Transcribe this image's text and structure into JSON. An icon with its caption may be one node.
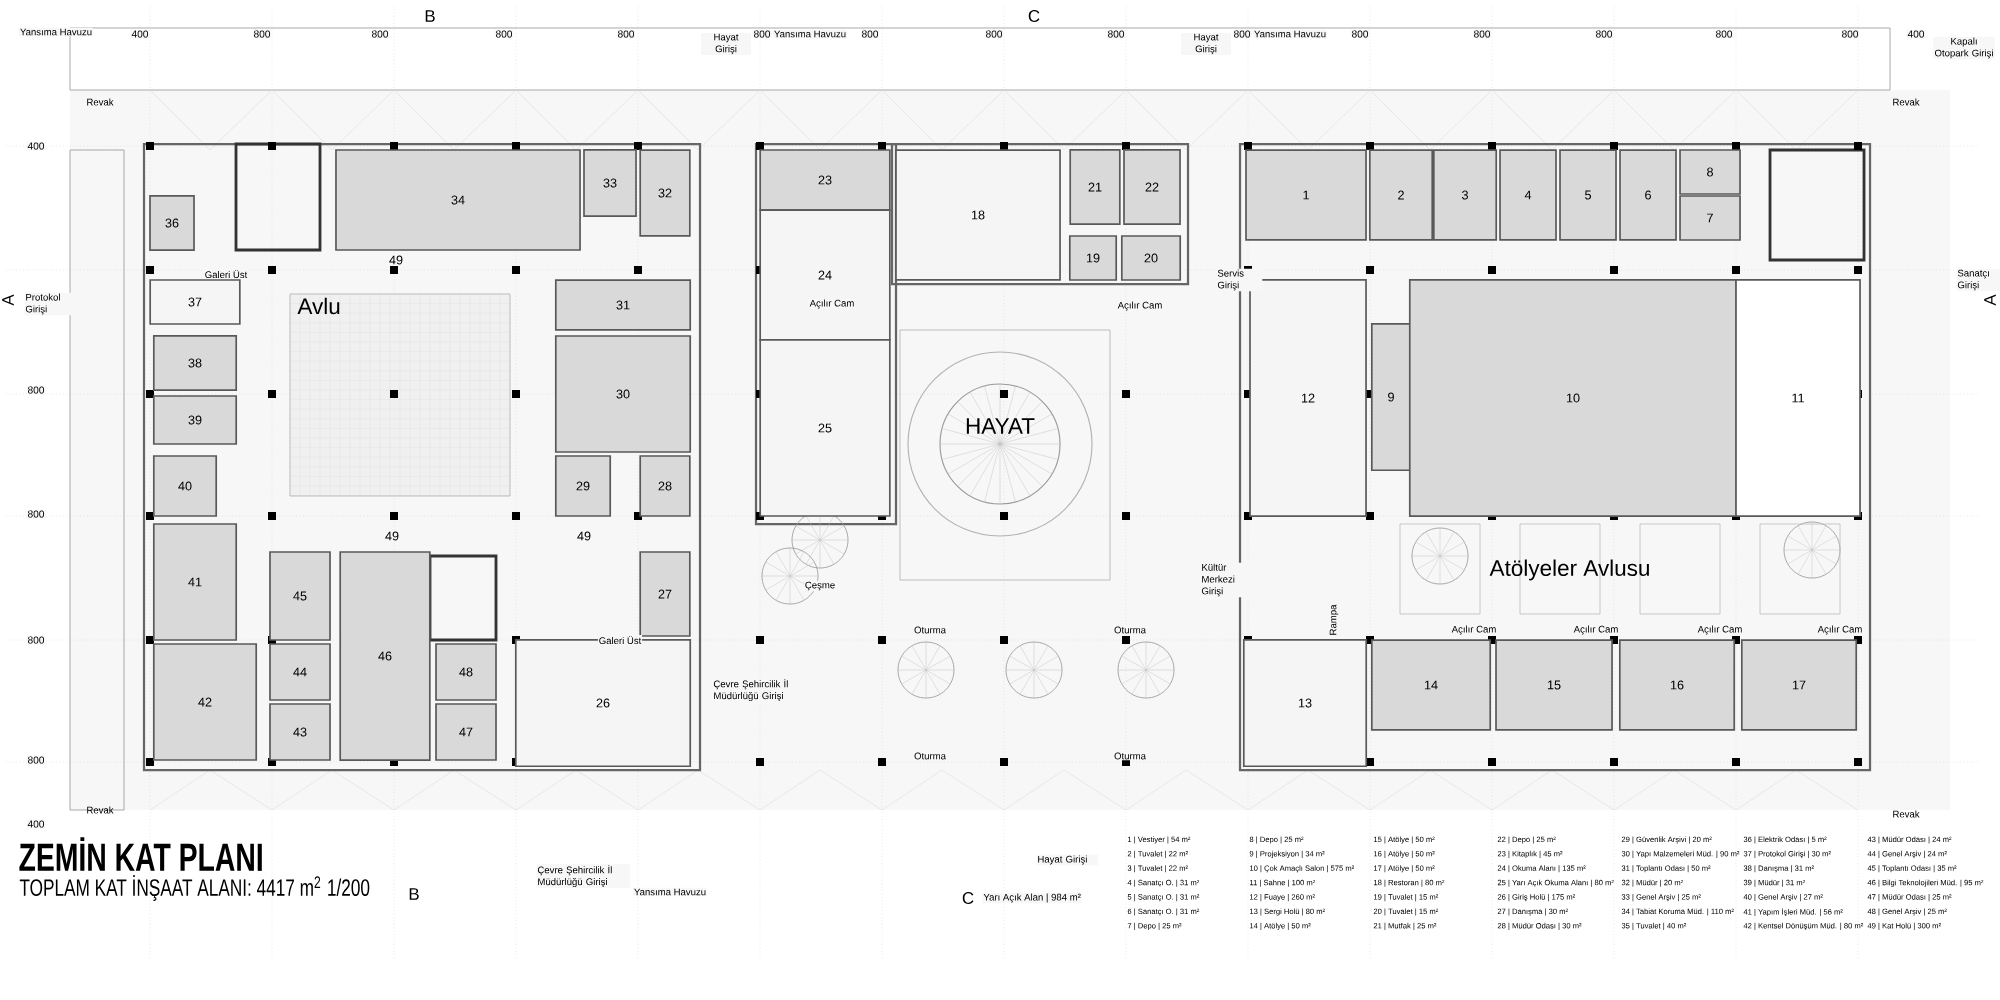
{
  "diagram": {
    "title": "ZEMİN KAT PLANI",
    "nodes": [
      {
        "text": [
          "1"
        ]
      },
      {
        "text": [
          "2"
        ]
      },
      {
        "text": [
          "3"
        ]
      },
      {
        "text": [
          "4"
        ]
      },
      {
        "text": [
          "5"
        ]
      },
      {
        "text": [
          "6"
        ]
      },
      {
        "text": [
          "7"
        ]
      },
      {
        "text": [
          "8"
        ]
      },
      {
        "text": [
          "9"
        ]
      },
      {
        "text": [
          "10"
        ]
      },
      {
        "text": [
          "11"
        ]
      },
      {
        "text": [
          "12"
        ]
      },
      {
        "text": [
          "13"
        ]
      },
      {
        "text": [
          "14"
        ]
      },
      {
        "text": [
          "15"
        ]
      },
      {
        "text": [
          "16"
        ]
      },
      {
        "text": [
          "17"
        ]
      },
      {
        "text": [
          "18"
        ]
      },
      {
        "text": [
          "19"
        ]
      },
      {
        "text": [
          "20"
        ]
      },
      {
        "text": [
          "21"
        ]
      },
      {
        "text": [
          "22"
        ]
      },
      {
        "text": [
          "23"
        ]
      },
      {
        "text": [
          "24"
        ]
      },
      {
        "text": [
          "25"
        ]
      },
      {
        "text": [
          "26"
        ]
      },
      {
        "text": [
          "27"
        ]
      },
      {
        "text": [
          "28"
        ]
      },
      {
        "text": [
          "29"
        ]
      },
      {
        "text": [
          "30"
        ]
      },
      {
        "text": [
          "31"
        ]
      },
      {
        "text": [
          "32"
        ]
      },
      {
        "text": [
          "33"
        ]
      },
      {
        "text": [
          "34"
        ]
      },
      {
        "text": [
          "36"
        ]
      },
      {
        "text": [
          "37"
        ]
      },
      {
        "text": [
          "38"
        ]
      },
      {
        "text": [
          "39"
        ]
      },
      {
        "text": [
          "40"
        ]
      },
      {
        "text": [
          "41"
        ]
      },
      {
        "text": [
          "42"
        ]
      },
      {
        "text": [
          "43"
        ]
      },
      {
        "text": [
          "44"
        ]
      },
      {
        "text": [
          "45"
        ]
      },
      {
        "text": [
          "46"
        ]
      },
      {
        "text": [
          "47"
        ]
      },
      {
        "text": [
          "48"
        ]
      }
    ],
    "labels": [
      "B",
      "C",
      "Yansıma Havuzu",
      "400",
      "800",
      "800",
      "800",
      "800",
      "Hayat Girişi",
      "800",
      "Yansıma Havuzu",
      "800",
      "800",
      "800",
      "Hayat Girişi",
      "800",
      "Yansıma Havuzu",
      "800",
      "800",
      "800",
      "800",
      "800",
      "400",
      "Kapalı Otopark Girişi",
      "Revak",
      "Revak",
      "400",
      "Servis Girişi",
      "Sanatçı Girişi",
      "Protokol Girişi",
      "A",
      "A",
      "Avlu",
      "800",
      "HAYAT",
      "800",
      "Kültür Merkezi Girişi",
      "Atölyeler Avlusu",
      "800",
      "Çevre Şehircilik İl Müdürlüğü Girişi",
      "800",
      "Revak",
      "Revak",
      "400",
      "TOPLAM KAT İNŞAAT ALANI: 4417 m$^{2}$   1/200",
      "B",
      "Çevre Şehircilik İl Müdürlüğü Girişi",
      "Yansıma Havuzu",
      "Hayat Girişi",
      "C",
      "Yarı Açık Alan | 984 m²",
      "1 | Vestiyer | 54 m²",
      "8 | Depo | 25 m²",
      "15 | Atölye | 50 m²",
      "22 | Depo | 25 m²",
      "29 | Güvenlik Arşivi | 20 m²",
      "36 | Elektrik Odası | 5 m²",
      "43 | Müdür Odası | 24 m²",
      "2 | Tuvalet | 22 m²",
      "9 | Projeksiyon | 34 m²",
      "16 | Atölye | 50 m²",
      "23 | Kitaplık | 45 m²",
      "30 | Yapı Malzemeleri Müd. | 90 m²",
      "37 | Protokol Girişi | 30 m²",
      "44 | Genel Arşiv | 24 m²",
      "3 | Tuvalet | 22 m²",
      "10 | Çok Amaçlı Salon | 575 m²",
      "17 | Atölye | 50 m²",
      "24 | Okuma Alanı | 135 m²",
      "31 | Toplantı Odası | 50 m²",
      "38 | Danışma | 31 m²",
      "45 | Toplantı Odası | 35 m²",
      "4 | Sanatçı O. | 31 m²",
      "11 | Sahne | 100 m²",
      "18 | Restoran | 80 m²",
      "25 | Yarı Açık Okuma Alanı | 80 m²",
      "32 | Müdür | 20 m²",
      "39 | Müdür | 31 m²",
      "46 | Bilgi Teknolojileri Müd. | 95 m²",
      "5 | Sanatçı O. | 31 m²",
      "12 | Fuaye | 260 m²",
      "19 | Tuvalet | 15 m²",
      "26 | Giriş Holü | 175 m²",
      "33 | Genel Arşiv | 25 m²",
      "40 | Genel Arşiv | 27 m²",
      "47 | Müdür Odası | 25 m²",
      "6 | Sanatçı O. | 31 m²",
      "13 | Sergi Holü | 80 m²",
      "20 | Tuvalet | 15 m²",
      "27 | Danışma | 30 m²",
      "34 | Tabiat Koruma Müd. | 110 m²",
      "41 | Yapım İşleri Müd. | 56 m²",
      "48 | Genel Arşiv | 25 m²",
      "7 | Depo | 25 m²",
      "14 | Atölye | 50 m²",
      "21 | Mutfak | 25 m²",
      "28 | Müdür Odası | 30 m²",
      "35 | Tuvalet | 40 m²",
      "42 | Kentsel Dönüşüm Müd. | 80 m²",
      "49 | Kat Holü | 300 m²",
      "49",
      "49",
      "49",
      "Çeşme",
      "Oturma",
      "Oturma",
      "Oturma",
      "Oturma",
      "Açılır Cam",
      "Açılır Cam",
      "Açılır Cam",
      "Açılır Cam",
      "Açılır Cam",
      "Açılır Cam",
      "Rampa",
      "Galeri Üst",
      "Galeri Üst"
    ]
  }
}
